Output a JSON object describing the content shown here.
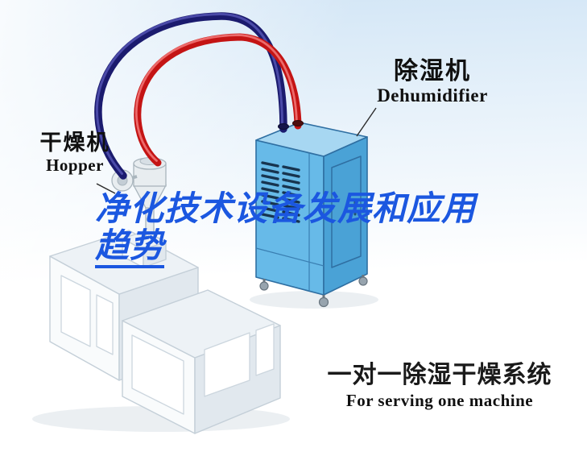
{
  "title": {
    "line1": "净化技术设备发展和应用",
    "line2": "趋势"
  },
  "labels": {
    "dehumidifier": {
      "cn": "除湿机",
      "en": "Dehumidifier"
    },
    "hopper": {
      "cn": "干燥机",
      "en": "Hopper"
    },
    "system": {
      "cn": "一对一除湿干燥系统",
      "en": "For serving one machine"
    }
  },
  "colors": {
    "title_blue": "#1b57e0",
    "pipe_red": "#c41414",
    "pipe_navy": "#1b1b6e",
    "machine_front": "#67bae8",
    "machine_side": "#4aa2d6",
    "machine_top": "#a7d7f2",
    "background_top": "#d3e6f6"
  }
}
